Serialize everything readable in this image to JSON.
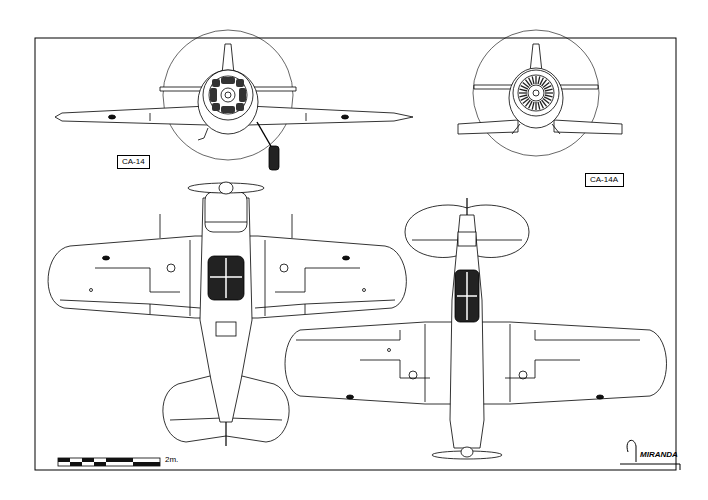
{
  "diagram": {
    "nodes": [
      {
        "text": [
          "CA-14"
        ]
      },
      {
        "text": [
          "CA-14A"
        ]
      }
    ],
    "labels": [
      "2m.",
      "MIRANDA"
    ]
  }
}
